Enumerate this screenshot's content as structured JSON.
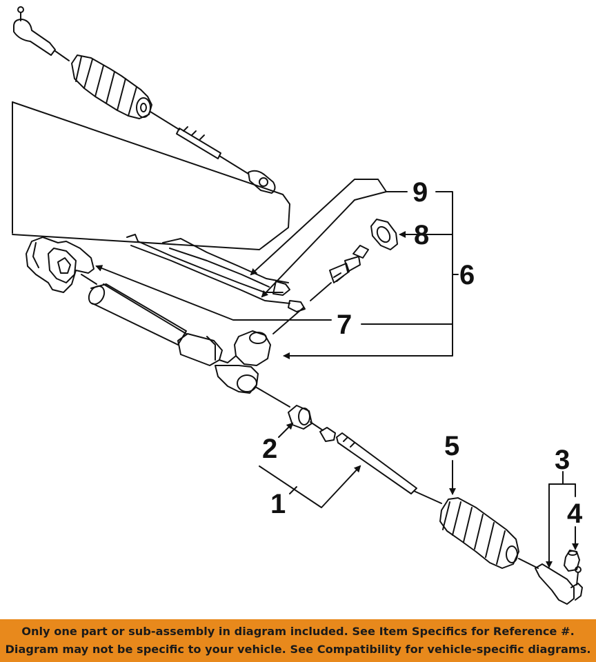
{
  "callouts": {
    "c1": "1",
    "c2": "2",
    "c3": "3",
    "c4": "4",
    "c5": "5",
    "c6": "6",
    "c7": "7",
    "c8": "8",
    "c9": "9"
  },
  "footer": {
    "line1": "Only one part or sub-assembly in diagram included. See Item Specifics for Reference #.",
    "line2": "Diagram may not be specific to your vehicle. See Compatibility for vehicle-specific diagrams."
  },
  "colors": {
    "footer_bg": "#e8891c",
    "line": "#111111"
  }
}
